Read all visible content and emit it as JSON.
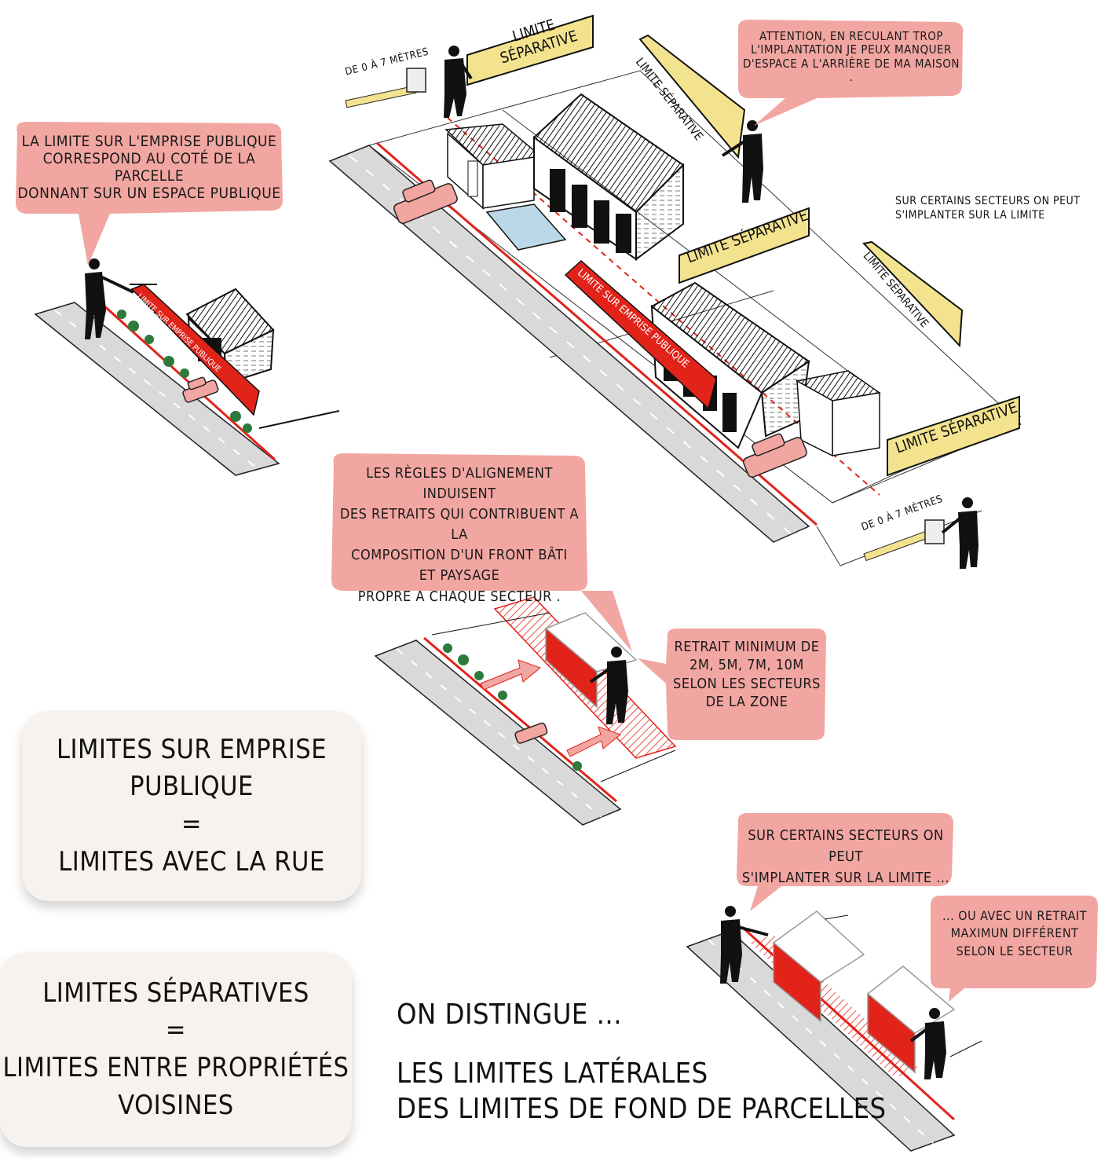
{
  "colors": {
    "bubble": "#f2a6a1",
    "sign": "#f3e38e",
    "red_line": "#e2231a",
    "legend_bg": "#f7f2ee",
    "road": "#d9d9d9",
    "figure": "#111111"
  },
  "bubbles": {
    "top_left": {
      "lines": [
        "LA LIMITE SUR L'EMPRISE PUBLIQUE",
        "CORRESPOND AU COTÉ DE LA PARCELLE",
        "DONNANT SUR UN ESPACE PUBLIQUE"
      ]
    },
    "top_right": {
      "lines": [
        "ATTENTION, EN RECULANT TROP",
        "L'IMPLANTATION JE PEUX MANQUER",
        "D'ESPACE A L'ARRIÈRE DE MA MAISON ."
      ]
    },
    "center": {
      "lines": [
        "LES RÈGLES D'ALIGNEMENT INDUISENT",
        "DES RETRAITS QUI CONTRIBUENT A LA",
        "COMPOSITION D'UN FRONT BÂTI",
        "ET PAYSAGE",
        "PROPRE A CHAQUE SECTEUR ."
      ]
    },
    "retrait": {
      "lines": [
        "RETRAIT MINIMUM DE",
        "2m, 5m, 7m, 10m",
        "SELON LES SECTEURS",
        "DE LA ZONE"
      ]
    },
    "bottom_right_1": {
      "lines": [
        "SUR CERTAINS SECTEURS ON PEUT",
        "S'IMPLANTER SUR LA LIMITE ..."
      ]
    },
    "bottom_right_2": {
      "lines": [
        "... OU AVEC UN RETRAIT",
        "MAXIMUN DIFFÉRENT",
        "SELON LE SECTEUR"
      ]
    }
  },
  "annotations": {
    "side_note": [
      "SUR CERTAINS SECTEURS ON PEUT",
      "S'IMPLANTER SUR LA LIMITE"
    ],
    "measure_top": "DE 0 À 7 MÈTRES",
    "measure_bottom": "DE 0 À 7 MÈTRES"
  },
  "signs": {
    "limite_separative": "LIMITE SÉPARATIVE",
    "limite_emprise": "LIMITE SUR EMPRISE PUBLIQUE"
  },
  "legend": {
    "emprise": [
      "LIMITES SUR EMPRISE",
      "PUBLIQUE",
      "=",
      "LIMITES AVEC LA RUE"
    ],
    "separatives": [
      "LIMITES SÉPARATIVES",
      "=",
      "LIMITES ENTRE PROPRIÉTÉS",
      "VOISINES"
    ]
  },
  "distinction": {
    "intro": "ON DISTINGUE ...",
    "line1": "LES LIMITES LATÉRALES",
    "line2": "DES LIMITES DE FOND DE PARCELLES"
  }
}
